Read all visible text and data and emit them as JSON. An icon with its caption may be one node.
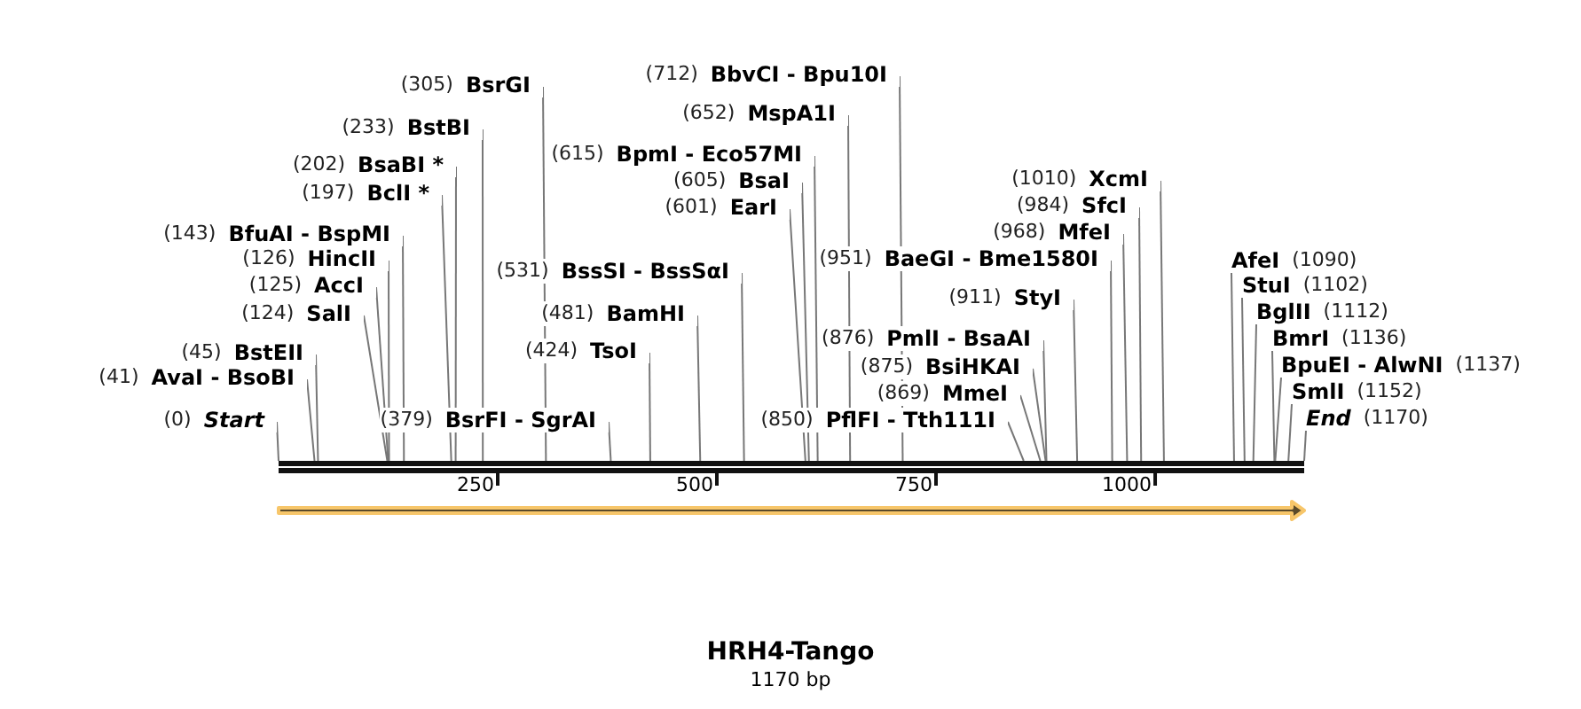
{
  "diagram": {
    "title": "HRH4-Tango",
    "caption": "1170 bp",
    "nodes": [
      {
        "text": [
          "(0)",
          "Start"
        ]
      },
      {
        "text": [
          "(41)",
          "AvaI - BsoBI"
        ]
      },
      {
        "text": [
          "(45)",
          "BstEII"
        ]
      },
      {
        "text": [
          "(124)",
          "SalI"
        ]
      },
      {
        "text": [
          "(125)",
          "AccI"
        ]
      },
      {
        "text": [
          "(126)",
          "HincII"
        ]
      },
      {
        "text": [
          "(143)",
          "BfuAI - BspMI"
        ]
      },
      {
        "text": [
          "(197)",
          "BclI *"
        ]
      },
      {
        "text": [
          "(202)",
          "BsaBI *"
        ]
      },
      {
        "text": [
          "(233)",
          "BstBI"
        ]
      },
      {
        "text": [
          "(305)",
          "BsrGI"
        ]
      },
      {
        "text": [
          "(379)",
          "BsrFI - SgrAI"
        ]
      },
      {
        "text": [
          "(424)",
          "TsoI"
        ]
      },
      {
        "text": [
          "(481)",
          "BamHI"
        ]
      },
      {
        "text": [
          "(531)",
          "BssSI - BssSαI"
        ]
      },
      {
        "text": [
          "(601)",
          "EarI"
        ]
      },
      {
        "text": [
          "(605)",
          "BsaI"
        ]
      },
      {
        "text": [
          "(615)",
          "BpmI - Eco57MI"
        ]
      },
      {
        "text": [
          "(652)",
          "MspA1I"
        ]
      },
      {
        "text": [
          "(712)",
          "BbvCI - Bpu10I"
        ]
      },
      {
        "text": [
          "(850)",
          "PflFI - Tth111I"
        ]
      },
      {
        "text": [
          "(869)",
          "MmeI"
        ]
      },
      {
        "text": [
          "(875)",
          "BsiHKAI"
        ]
      },
      {
        "text": [
          "(876)",
          "PmlI - BsaAI"
        ]
      },
      {
        "text": [
          "(911)",
          "StyI"
        ]
      },
      {
        "text": [
          "(951)",
          "BaeGI - Bme1580I"
        ]
      },
      {
        "text": [
          "(968)",
          "MfeI"
        ]
      },
      {
        "text": [
          "(984)",
          "SfcI"
        ]
      },
      {
        "text": [
          "(1010)",
          "XcmI"
        ]
      },
      {
        "text": [
          "AfeI",
          "(1090)"
        ]
      },
      {
        "text": [
          "StuI",
          "(1102)"
        ]
      },
      {
        "text": [
          "BglII",
          "(1112)"
        ]
      },
      {
        "text": [
          "BmrI",
          "(1136)"
        ]
      },
      {
        "text": [
          "BpuEI - AlwNI",
          "(1137)"
        ]
      },
      {
        "text": [
          "SmlI",
          "(1152)"
        ]
      },
      {
        "text": [
          "End",
          "(1170)"
        ]
      },
      {
        "text": [],
        "shape": "bar"
      }
    ],
    "edges": [
      {
        "from": 0,
        "to": 36,
        "arrow": "none"
      },
      {
        "from": 1,
        "to": 36,
        "arrow": "none"
      },
      {
        "from": 2,
        "to": 36,
        "arrow": "none"
      },
      {
        "from": 3,
        "to": 36,
        "arrow": "none"
      },
      {
        "from": 4,
        "to": 36,
        "arrow": "none"
      },
      {
        "from": 5,
        "to": 36,
        "arrow": "none"
      },
      {
        "from": 6,
        "to": 36,
        "arrow": "none"
      },
      {
        "from": 7,
        "to": 36,
        "arrow": "none"
      },
      {
        "from": 8,
        "to": 36,
        "arrow": "none"
      },
      {
        "from": 9,
        "to": 36,
        "arrow": "none"
      },
      {
        "from": 10,
        "to": 36,
        "arrow": "none"
      },
      {
        "from": 11,
        "to": 36,
        "arrow": "none"
      },
      {
        "from": 12,
        "to": 36,
        "arrow": "none"
      },
      {
        "from": 13,
        "to": 36,
        "arrow": "none"
      },
      {
        "from": 14,
        "to": 36,
        "arrow": "none"
      },
      {
        "from": 15,
        "to": 36,
        "arrow": "none"
      },
      {
        "from": 16,
        "to": 36,
        "arrow": "none"
      },
      {
        "from": 17,
        "to": 36,
        "arrow": "none"
      },
      {
        "from": 18,
        "to": 36,
        "arrow": "none"
      },
      {
        "from": 19,
        "to": 36,
        "arrow": "none"
      },
      {
        "from": 20,
        "to": 36,
        "arrow": "none"
      },
      {
        "from": 21,
        "to": 36,
        "arrow": "none"
      },
      {
        "from": 22,
        "to": 36,
        "arrow": "none"
      },
      {
        "from": 23,
        "to": 36,
        "arrow": "none"
      },
      {
        "from": 24,
        "to": 36,
        "arrow": "none"
      },
      {
        "from": 25,
        "to": 36,
        "arrow": "none"
      },
      {
        "from": 26,
        "to": 36,
        "arrow": "none"
      },
      {
        "from": 27,
        "to": 36,
        "arrow": "none"
      },
      {
        "from": 28,
        "to": 36,
        "arrow": "none"
      },
      {
        "from": 29,
        "to": 36,
        "arrow": "none"
      },
      {
        "from": 30,
        "to": 36,
        "arrow": "none"
      },
      {
        "from": 31,
        "to": 36,
        "arrow": "none"
      },
      {
        "from": 32,
        "to": 36,
        "arrow": "none"
      },
      {
        "from": 33,
        "to": 36,
        "arrow": "none"
      },
      {
        "from": 34,
        "to": 36,
        "arrow": "none"
      },
      {
        "from": 35,
        "to": 36,
        "arrow": "none"
      }
    ],
    "labels": [
      "250",
      "500",
      "750",
      "1000"
    ]
  }
}
